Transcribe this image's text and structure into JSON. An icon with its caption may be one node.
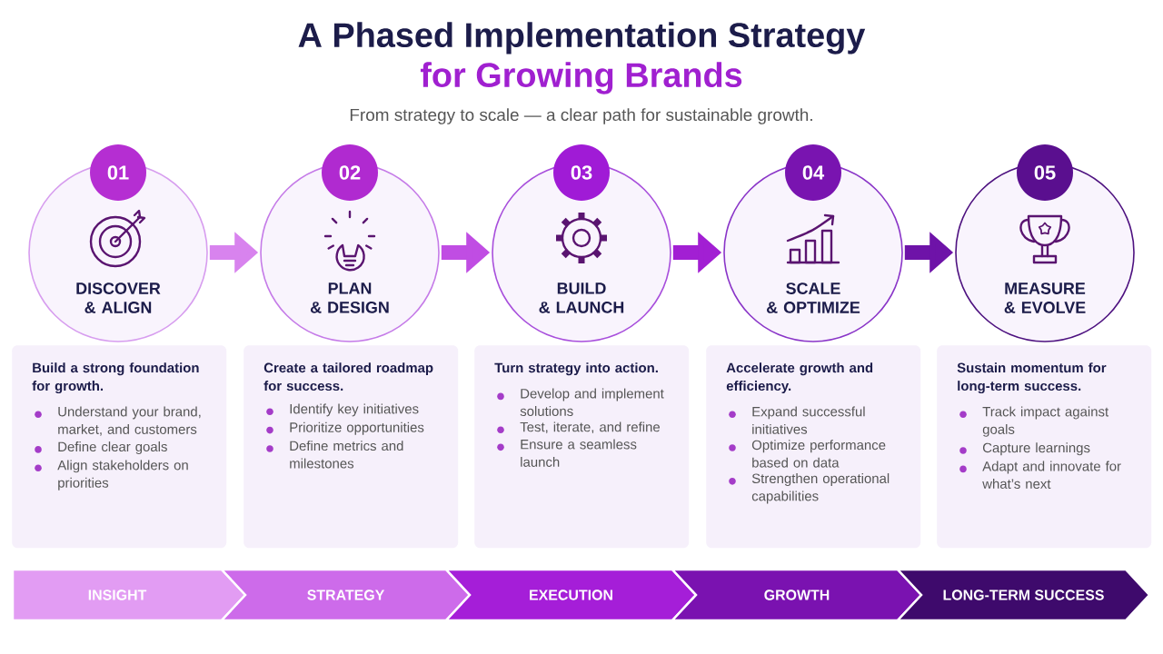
{
  "diagram": {
    "title": "A Phased Implementation Strategy",
    "nodes": [
      {
        "text": [
          "01"
        ]
      },
      {
        "text": [
          "02"
        ]
      },
      {
        "text": [
          "03"
        ]
      },
      {
        "text": [
          "04"
        ]
      },
      {
        "text": [
          "05"
        ]
      },
      {
        "text": [
          "DISCOVER & ALIGN"
        ]
      },
      {
        "text": [
          "PLAN & DESIGN"
        ]
      },
      {
        "text": [
          "BUILD & LAUNCH"
        ]
      },
      {
        "text": [
          "SCALE & OPTIMIZE"
        ]
      },
      {
        "text": [
          "MEASURE & EVOLVE"
        ]
      },
      {
        "text": [
          "Build a strong foundation for growth.",
          "Understand your brand, market, and customers",
          "Define clear goals",
          "Align stakeholders on priorities"
        ]
      },
      {
        "text": [
          "Create a tailored roadmap for success.",
          "Identify key initiatives",
          "Prioritize opportunities",
          "Define metrics and milestones"
        ]
      },
      {
        "text": [
          "Turn strategy into action.",
          "Develop and implement solutions",
          "Test, iterate, and refine",
          "Ensure a seamless launch"
        ]
      },
      {
        "text": [
          "Accelerate growth and efficiency.",
          "Expand successful initiatives",
          "Optimize performance based on data",
          "Strengthen operational capabilities"
        ]
      },
      {
        "text": [
          "Sustain momentum for long-term success.",
          "Track impact against goals",
          "Capture learnings",
          "Adapt and innovate for what’s next"
        ]
      },
      {
        "text": [
          "INSIGHT"
        ]
      },
      {
        "text": [
          "STRATEGY"
        ]
      },
      {
        "text": [
          "EXECUTION"
        ]
      },
      {
        "text": [
          "GROWTH"
        ]
      },
      {
        "text": [
          "LONG-TERM SUCCESS"
        ]
      }
    ],
    "edges": [
      {
        "from": 5,
        "to": 6,
        "arrow": "to",
        "color": "#d883ee"
      },
      {
        "from": 6,
        "to": 7,
        "arrow": "to",
        "color": "#c04de3"
      },
      {
        "from": 7,
        "to": 8,
        "arrow": "to",
        "color": "#a21fd3"
      },
      {
        "from": 8,
        "to": 9,
        "arrow": "to",
        "color": "#6e13a8"
      }
    ],
    "labels": [
      "for Growing Brands",
      "From strategy to scale — a clear path for sustainable growth."
    ]
  }
}
